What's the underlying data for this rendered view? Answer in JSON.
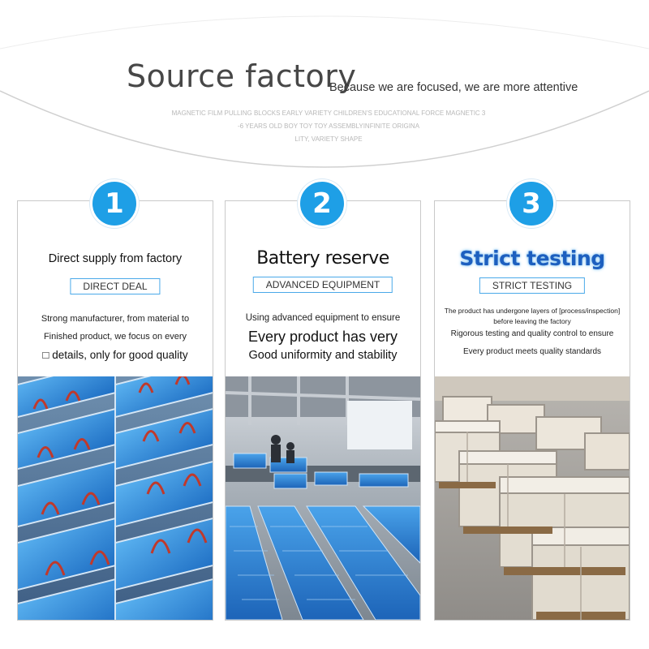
{
  "header": {
    "title": "Source factory",
    "subtitle": "Because we are focused, we are more attentive",
    "description_lines": [
      "MAGNETIC FILM PULLING BLOCKS EARLY VARIETY CHILDREN'S EDUCATIONAL FORCE MAGNETIC 3",
      "-6 YEARS OLD BOY TOY TOY ASSEMBLYINFINITE ORIGINA",
      "LITY, VARIETY SHAPE"
    ]
  },
  "cards": [
    {
      "number": "1",
      "title": "Direct supply from factory",
      "tag": "DIRECT DEAL",
      "lines": [
        "Strong manufacturer, from material to",
        "Finished product, we focus on every",
        "□ details, only for good quality"
      ]
    },
    {
      "number": "2",
      "title": "Battery reserve",
      "tag": "ADVANCED EQUIPMENT",
      "lines": [
        "Using advanced equipment to ensure",
        "Every product has very",
        "Good uniformity and stability"
      ]
    },
    {
      "number": "3",
      "title": "Strict testing",
      "tag": "STRICT TESTING",
      "lines": [
        "The product has undergone layers of [process/inspection]",
        "before leaving the factory",
        "Rigorous testing and quality control to ensure",
        "Every product meets quality standards"
      ]
    }
  ],
  "colors": {
    "accent": "#1e9fe6",
    "tag_border": "#4aa9e9",
    "title_blue": "#1d5fbf"
  }
}
